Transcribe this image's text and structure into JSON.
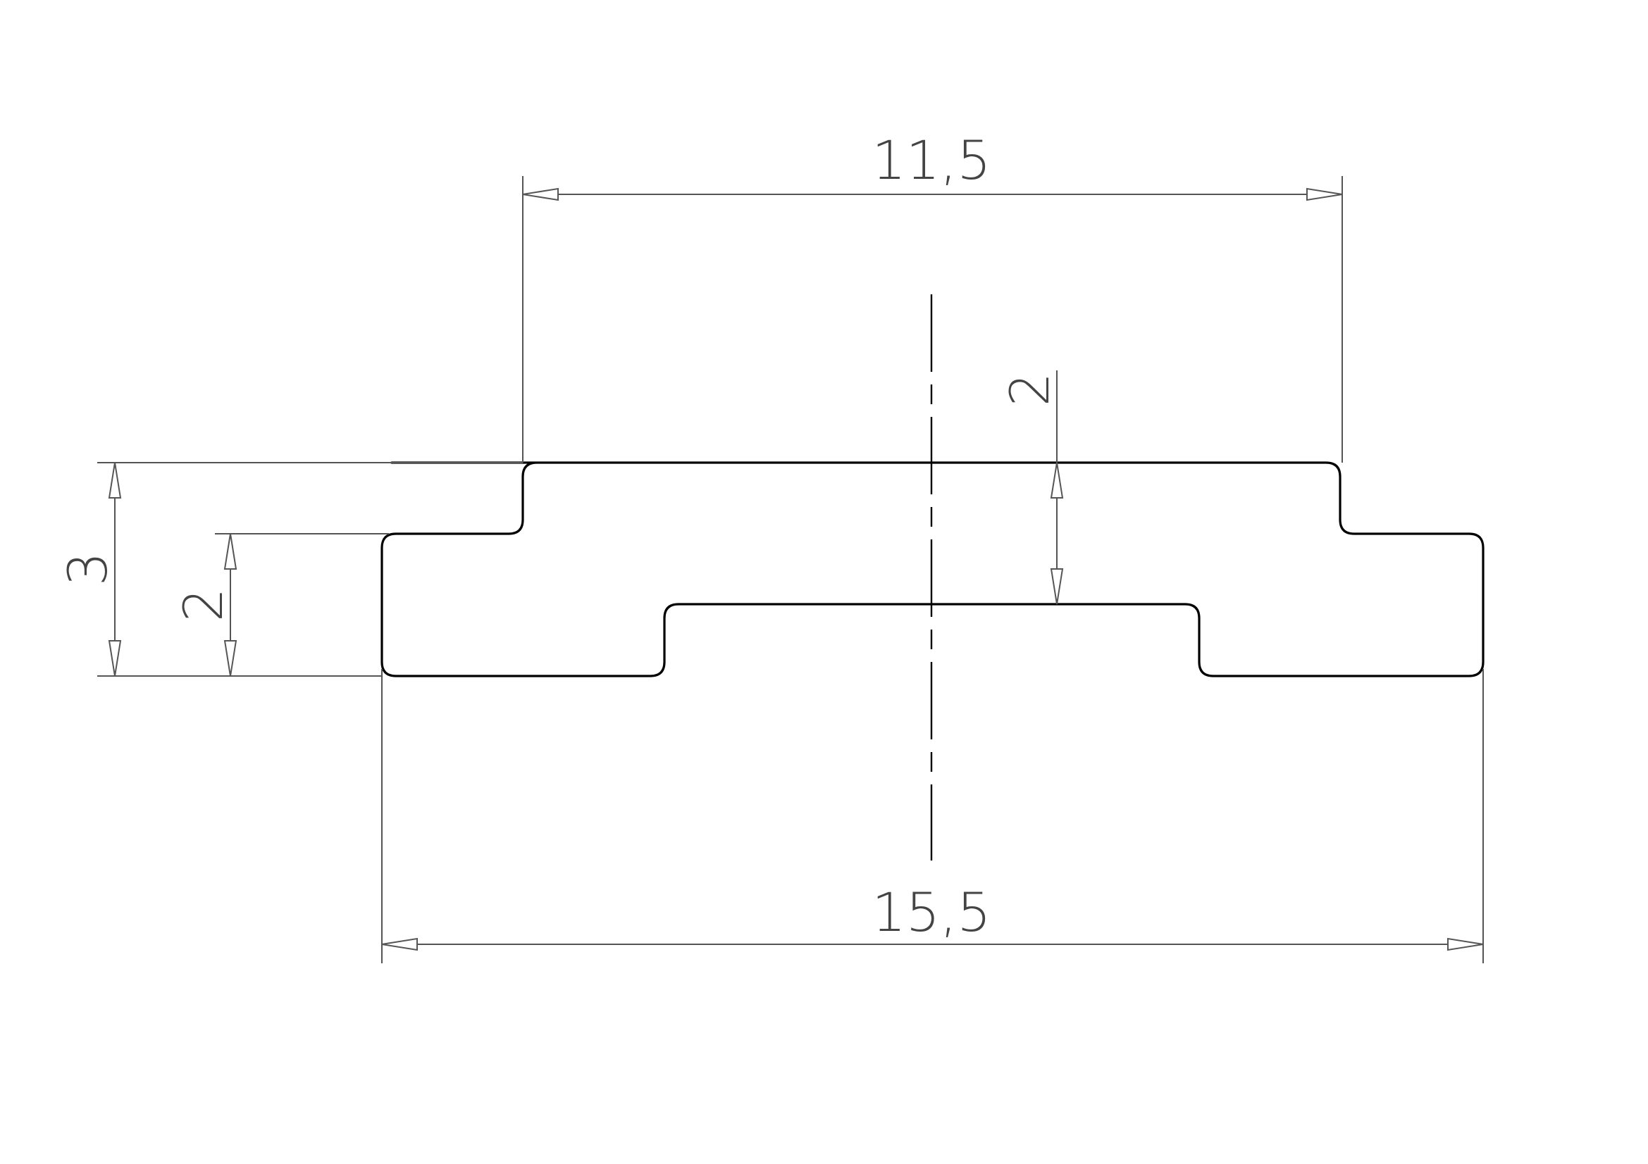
{
  "drawing": {
    "dimensions": {
      "top_width": "11,5",
      "bottom_width": "15,5",
      "total_height": "3",
      "flange_height": "2",
      "groove_depth": "2"
    },
    "colors": {
      "outline": "#000000",
      "dimension_lines": "#555555",
      "dimension_text": "#444444",
      "background": "#ffffff"
    }
  }
}
